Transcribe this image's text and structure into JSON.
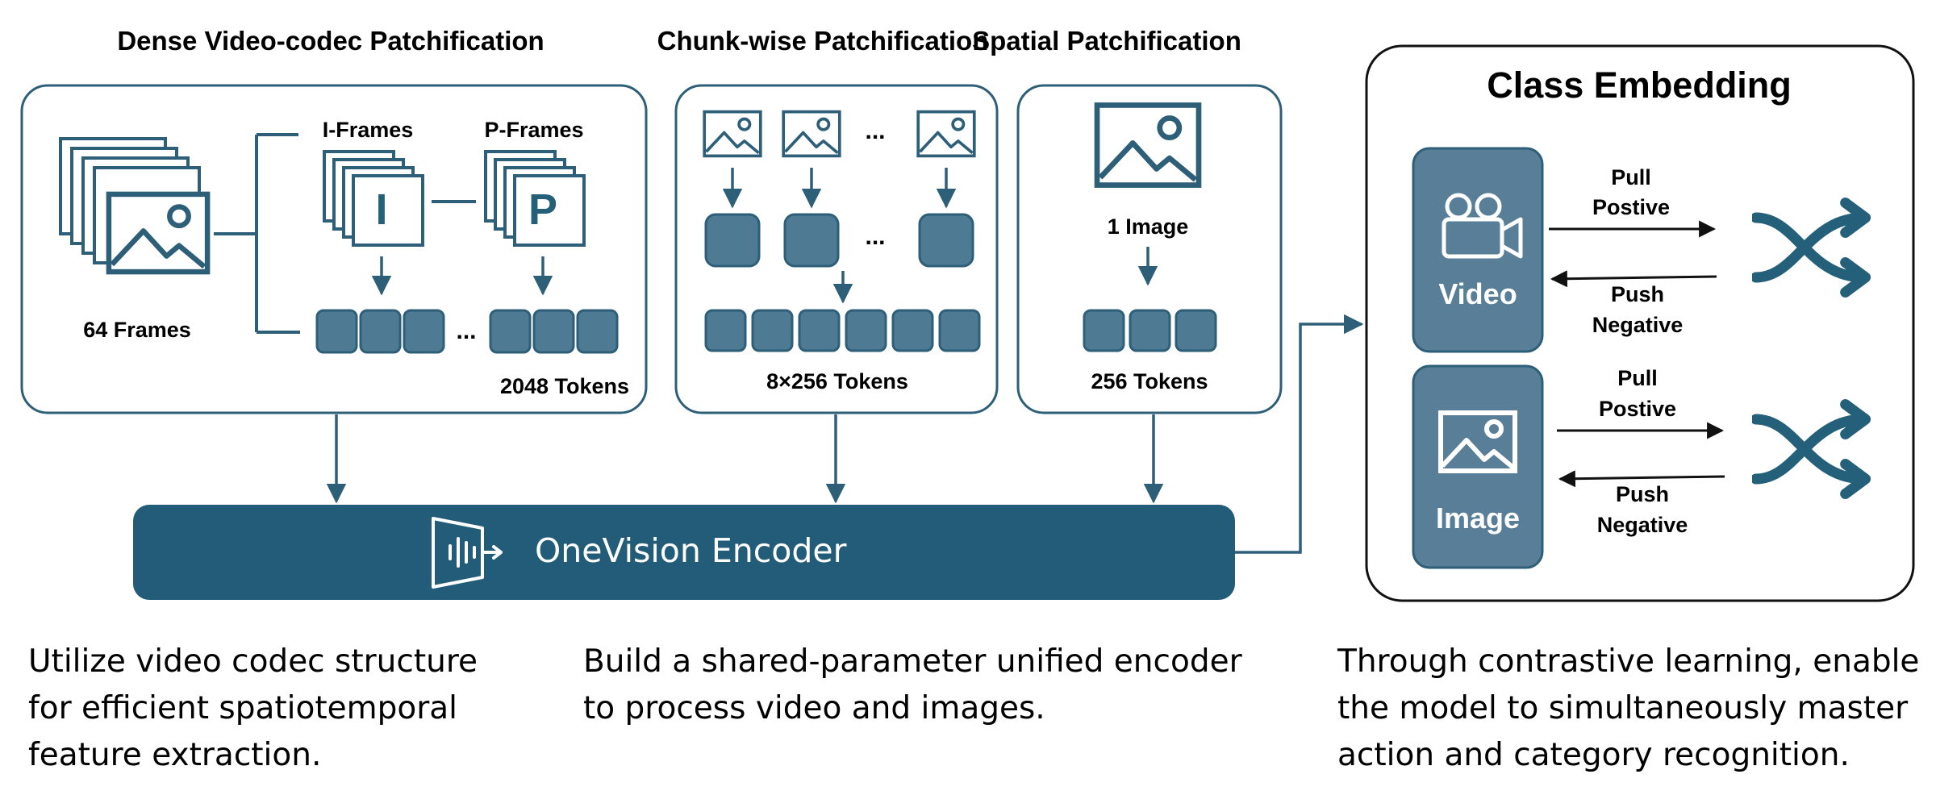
{
  "panels": {
    "dense": {
      "title": "Dense Video-codec Patchification",
      "i_frames_label": "I-Frames",
      "p_frames_label": "P-Frames",
      "i_letter": "I",
      "p_letter": "P",
      "frames_label": "64 Frames",
      "tokens_label": "2048 Tokens",
      "ellipsis": "..."
    },
    "chunk": {
      "title": "Chunk-wise Patchification",
      "tokens_label": "8×256 Tokens",
      "ellipsis": "..."
    },
    "spatial": {
      "title": "Spatial Patchification",
      "image_label": "1 Image",
      "tokens_label": "256 Tokens"
    },
    "class_embedding": {
      "title": "Class Embedding",
      "video_label": "Video",
      "image_label": "Image",
      "pull_line1": "Pull",
      "pull_line2": "Postive",
      "push_line1": "Push",
      "push_line2": "Negative"
    }
  },
  "encoder": {
    "label": "OneVision Encoder"
  },
  "captions": {
    "left": [
      "Utilize video codec structure",
      "for efficient spatiotemporal",
      "feature extraction."
    ],
    "middle": [
      "Build a shared-parameter unified encoder",
      "to process video and images."
    ],
    "right": [
      "Through contrastive learning, enable",
      "the model to simultaneously master",
      "action and category recognition."
    ]
  },
  "colors": {
    "primary": "#25607a",
    "token_fill": "#4e7a94",
    "card_fill": "#587f97",
    "encoder_fill": "#225c78",
    "text": "#111111",
    "line": "#2e5f78"
  },
  "icons": [
    "image-icon",
    "video-camera-icon",
    "shuffle-icon",
    "audio-wave-icon"
  ]
}
